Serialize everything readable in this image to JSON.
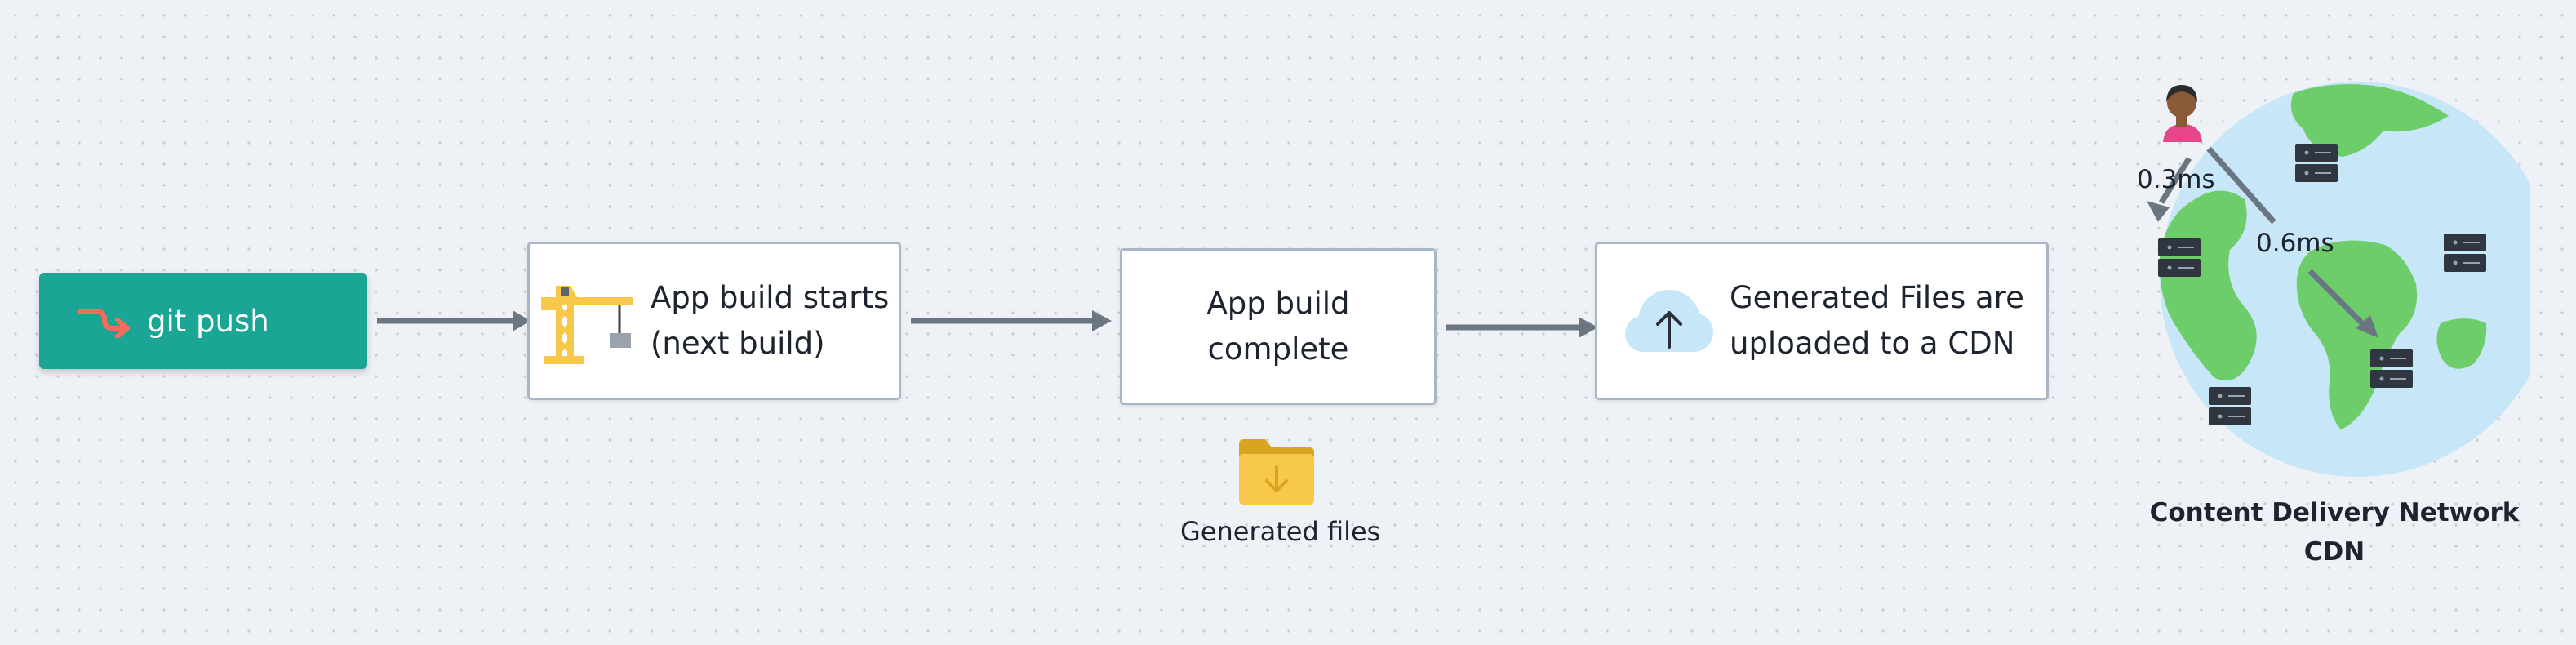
{
  "flow": {
    "git_push": {
      "label": "git push",
      "icon": "git-push-icon"
    },
    "build_start": {
      "label": "App build starts\n(next build)",
      "icon": "crane-icon"
    },
    "build_complete": {
      "label": "App build\ncomplete"
    },
    "upload": {
      "label": "Generated Files are\nuploaded to a CDN",
      "icon": "cloud-upload-icon"
    }
  },
  "artifacts": {
    "folder_label": "Generated files",
    "folder_icon": "download-folder-icon"
  },
  "cdn": {
    "title": "Content Delivery Network",
    "subtitle": "CDN",
    "latency_near": "0.3ms",
    "latency_far": "0.6ms",
    "user_icon": "user-icon",
    "server_icon": "server-icon",
    "globe_icon": "globe-icon"
  },
  "colors": {
    "background": "#eef1f5",
    "accent_teal": "#1aa595",
    "arrow": "#6b7683",
    "box_border": "#aab7c7",
    "crane_yellow": "#f7c84a",
    "ocean": "#c7e6f7",
    "land": "#6dcd6a"
  }
}
